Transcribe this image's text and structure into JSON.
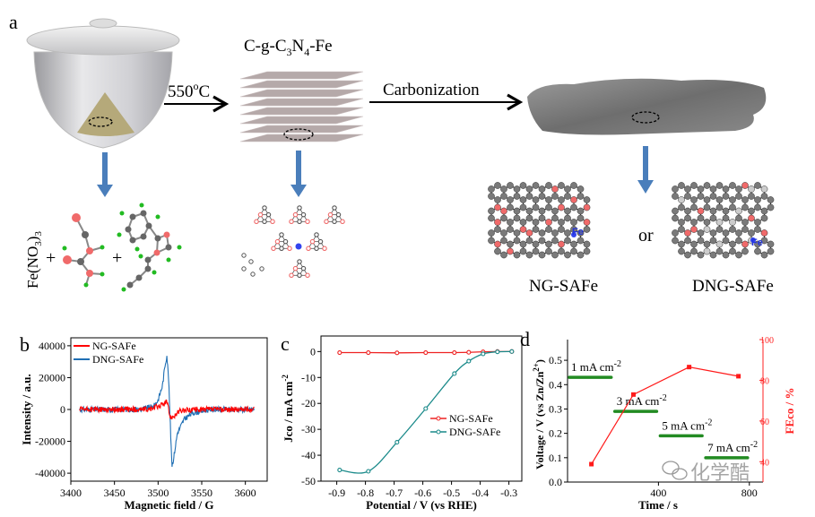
{
  "panel_a": {
    "letter": "a",
    "temp_value": "550",
    "temp_sup": "o",
    "temp_unit": "C",
    "intermediate": {
      "p1": "C-g-C",
      "s1": "3",
      "p2": "N",
      "s2": "4",
      "p3": "-Fe"
    },
    "process": "Carbonization",
    "precursor": {
      "p1": "Fe(NO",
      "s1": "3",
      "p2": ")",
      "s2": "3"
    },
    "plus": "+",
    "fe_atom": "Fe",
    "or": "or",
    "product_1": "NG-SAFe",
    "product_2": "DNG-SAFe",
    "colors": {
      "arrow": "#4a7ebb",
      "nitrogen": "#f06a6a",
      "carbon": "#666666",
      "hydrogen": "#22bb22",
      "iron": "#3344ee",
      "sheet": "#a89a9a"
    }
  },
  "watermark": "化学酷",
  "chart_data": [
    {
      "panel": "b",
      "type": "line",
      "xlabel": "Magnetic field / G",
      "ylabel": "Intensity / a.u.",
      "xlim": [
        3400,
        3625
      ],
      "ylim": [
        -45000,
        45000
      ],
      "xticks": [
        3400,
        3450,
        3500,
        3550,
        3600
      ],
      "yticks": [
        -40000,
        -20000,
        0,
        20000,
        40000
      ],
      "legend_position": "top-left",
      "series": [
        {
          "name": "NG-SAFe",
          "color": "#ff0000",
          "x": [
            3410,
            3490,
            3500,
            3505,
            3508,
            3510,
            3512,
            3514,
            3518,
            3525,
            3540,
            3610
          ],
          "y": [
            0,
            0,
            2000,
            3000,
            4000,
            5000,
            0,
            -5000,
            -4000,
            -1000,
            0,
            0
          ]
        },
        {
          "name": "DNG-SAFe",
          "color": "#1f6fb4",
          "x": [
            3410,
            3480,
            3495,
            3500,
            3505,
            3508,
            3510,
            3512,
            3514,
            3516,
            3518,
            3522,
            3530,
            3540,
            3560,
            3610
          ],
          "y": [
            0,
            0,
            2000,
            6000,
            15000,
            28000,
            34000,
            20000,
            -10000,
            -35000,
            -30000,
            -15000,
            -6000,
            -2000,
            0,
            0
          ]
        }
      ]
    },
    {
      "panel": "c",
      "type": "line",
      "xlabel": "Potential / V (vs RHE)",
      "ylabel": {
        "main": "Jco / mA cm",
        "sup": "-2"
      },
      "xlim": [
        -0.955,
        -0.255
      ],
      "ylim": [
        -50,
        6
      ],
      "xticks": [
        -0.9,
        -0.8,
        -0.7,
        -0.6,
        -0.5,
        -0.4,
        -0.3
      ],
      "yticks": [
        -50,
        -40,
        -30,
        -20,
        -10,
        0
      ],
      "legend_position": "center-right",
      "series": [
        {
          "name": "NG-SAFe",
          "color": "#ee2222",
          "x": [
            -0.89,
            -0.79,
            -0.69,
            -0.59,
            -0.49,
            -0.44,
            -0.39,
            -0.34,
            -0.29
          ],
          "y": [
            -0.4,
            -0.4,
            -0.5,
            -0.4,
            -0.4,
            -0.3,
            -0.1,
            0,
            0
          ]
        },
        {
          "name": "DNG-SAFe",
          "color": "#1a8a8a",
          "x": [
            -0.89,
            -0.79,
            -0.69,
            -0.59,
            -0.49,
            -0.44,
            -0.39,
            -0.34,
            -0.29
          ],
          "y": [
            -45.7,
            -46.2,
            -35,
            -22,
            -8.5,
            -3.7,
            -0.9,
            -0.1,
            0
          ]
        }
      ]
    },
    {
      "panel": "d",
      "type": "line",
      "xlabel": "Time / s",
      "ylabel": {
        "main": "Voltage / V (vs Zn/Zn",
        "sup": "2+",
        "end": ")"
      },
      "y2label": "FEco / %",
      "xlim": [
        0,
        860
      ],
      "ylim": [
        0,
        0.585
      ],
      "y2lim": [
        30,
        100
      ],
      "xticks": [
        400,
        800
      ],
      "yticks": [
        0.0,
        0.1,
        0.2,
        0.3,
        0.4,
        0.5
      ],
      "y2ticks": [
        40,
        60,
        80,
        100
      ],
      "voltage_series": {
        "color": "#228b22",
        "segments": [
          {
            "label": "1 mA cm",
            "sup": "-2",
            "t": [
              0,
              200
            ],
            "v": 0.43
          },
          {
            "label": "3 mA cm",
            "sup": "-2",
            "t": [
              200,
              400
            ],
            "v": 0.29
          },
          {
            "label": "5 mA cm",
            "sup": "-2",
            "t": [
              400,
              600
            ],
            "v": 0.19
          },
          {
            "label": "7 mA cm",
            "sup": "-2",
            "t": [
              600,
              800
            ],
            "v": 0.1
          }
        ]
      },
      "fe_series": {
        "name": "FEco",
        "color": "#ff1a1a",
        "x": [
          105,
          290,
          535,
          752
        ],
        "y": [
          38.8,
          73,
          86.5,
          82
        ]
      }
    }
  ]
}
